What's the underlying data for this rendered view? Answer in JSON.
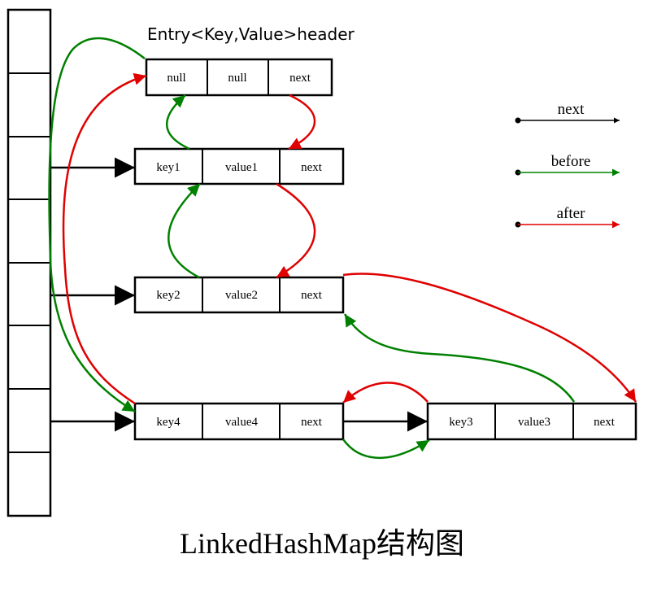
{
  "header": {
    "title": "Entry<Key,Value>header"
  },
  "caption": "LinkedHashMap结构图",
  "nodes": {
    "header": [
      "null",
      "null",
      "next"
    ],
    "entry1": [
      "key1",
      "value1",
      "next"
    ],
    "entry2": [
      "key2",
      "value2",
      "next"
    ],
    "entry4": [
      "key4",
      "value4",
      "next"
    ],
    "entry3": [
      "key3",
      "value3",
      "next"
    ]
  },
  "legend": [
    {
      "label": "next",
      "color": "#000000"
    },
    {
      "label": "before",
      "color": "#008000"
    },
    {
      "label": "after",
      "color": "#e00000"
    }
  ],
  "colors": {
    "next": "#000000",
    "before": "#008000",
    "after": "#e00000"
  }
}
